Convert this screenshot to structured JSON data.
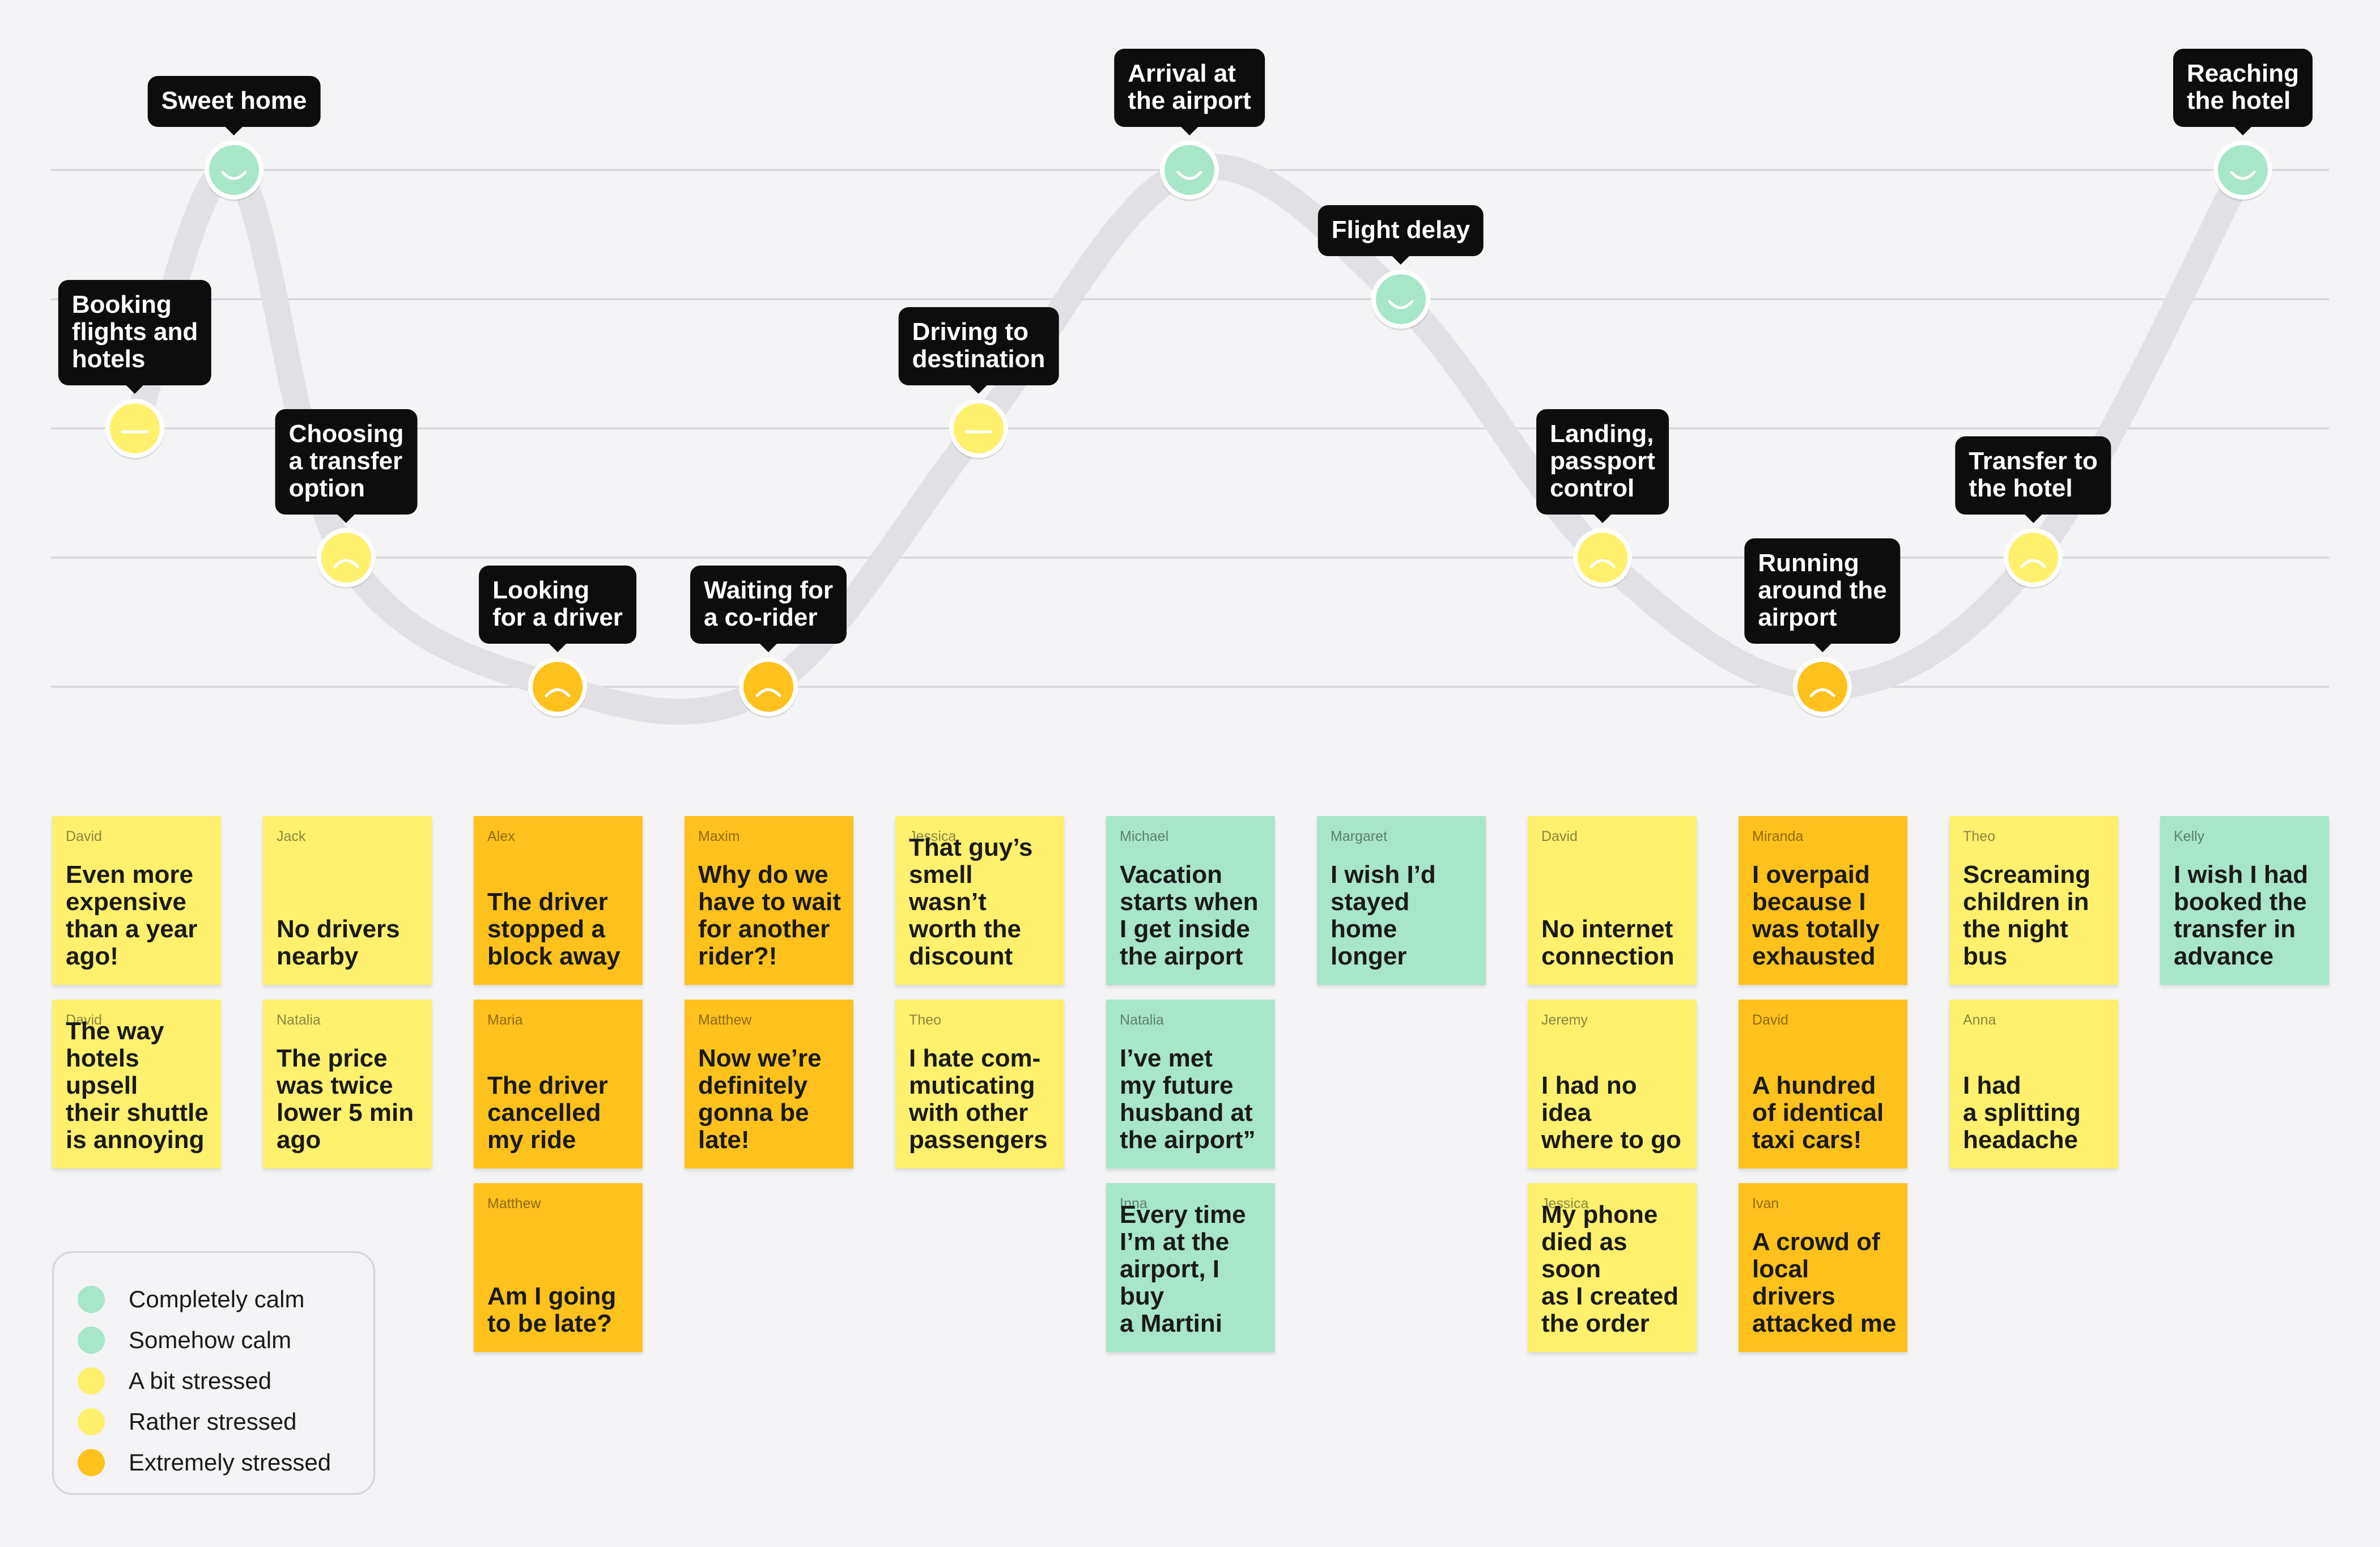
{
  "colors": {
    "calm": "#a7e6c9",
    "bit_stressed": "#fff06e",
    "extremely_stressed": "#ffc11c",
    "track": "#e1e1e5",
    "gridline": "#d4d4d8",
    "callout_bg": "#0d0d0d"
  },
  "levels": [
    {
      "label": "Completely calm",
      "color": "#a7e6c9"
    },
    {
      "label": "Somehow calm",
      "color": "#a7e6c9"
    },
    {
      "label": "A bit stressed",
      "color": "#fff06e"
    },
    {
      "label": "Rather stressed",
      "color": "#fff06e"
    },
    {
      "label": "Extremely stressed",
      "color": "#ffc11c"
    }
  ],
  "stages": [
    {
      "label": "Booking\nflights and\nhotels",
      "level": 2,
      "face": "neutral-face-icon"
    },
    {
      "label": "Sweet home",
      "level": 0,
      "face": "smile-face-icon"
    },
    {
      "label": "Choosing\na transfer\noption",
      "level": 3,
      "face": "frown-face-icon"
    },
    {
      "label": "Looking\nfor a driver",
      "level": 4,
      "face": "frown-face-icon"
    },
    {
      "label": "Waiting for\na co-rider",
      "level": 4,
      "face": "frown-face-icon"
    },
    {
      "label": "Driving to\ndestination",
      "level": 2,
      "face": "neutral-face-icon"
    },
    {
      "label": "Arrival at\nthe airport",
      "level": 0,
      "face": "smile-face-icon"
    },
    {
      "label": "Flight delay",
      "level": 1,
      "face": "smile-face-icon"
    },
    {
      "label": "Landing,\npassport\ncontrol",
      "level": 3,
      "face": "frown-face-icon"
    },
    {
      "label": "Running\naround the\nairport",
      "level": 4,
      "face": "frown-face-icon"
    },
    {
      "label": "Transfer to\nthe hotel",
      "level": 3,
      "face": "frown-face-icon"
    },
    {
      "label": "Reaching\nthe hotel",
      "level": 0,
      "face": "smile-face-icon"
    }
  ],
  "note_columns": [
    [
      {
        "author": "David",
        "text": "Even more\nexpensive\nthan a year\nago!",
        "color": "#fff06e"
      },
      {
        "author": "David",
        "text": "The way\nhotels upsell\ntheir shuttle\nis annoying",
        "color": "#fff06e"
      }
    ],
    [
      {
        "author": "Jack",
        "text": "No drivers\nnearby",
        "color": "#fff06e"
      },
      {
        "author": "Natalia",
        "text": "The price\nwas twice\nlower 5 min\nago",
        "color": "#fff06e"
      }
    ],
    [
      {
        "author": "Alex",
        "text": "The driver\nstopped a\nblock away",
        "color": "#ffc11c"
      },
      {
        "author": "Maria",
        "text": "The driver\ncancelled\nmy ride",
        "color": "#ffc11c"
      },
      {
        "author": "Matthew",
        "text": "Am I going\nto be late?",
        "color": "#ffc11c"
      }
    ],
    [
      {
        "author": "Maxim",
        "text": "Why do we\nhave to wait\nfor another\nrider?!",
        "color": "#ffc11c"
      },
      {
        "author": "Matthew",
        "text": "Now we’re\ndefinitely\ngonna be\nlate!",
        "color": "#ffc11c"
      }
    ],
    [
      {
        "author": "Jessica",
        "text": "That guy’s\nsmell wasn’t\nworth the\ndiscount",
        "color": "#fff06e"
      },
      {
        "author": "Theo",
        "text": "I hate com-\nmuticating\nwith other\npassengers",
        "color": "#fff06e"
      }
    ],
    [
      {
        "author": "Michael",
        "text": "Vacation\nstarts when\nI get inside\nthe airport",
        "color": "#a7e6c9"
      },
      {
        "author": "Natalia",
        "text": "I’ve met\nmy future\nhusband at\nthe airport”",
        "color": "#a7e6c9"
      },
      {
        "author": "Inna",
        "text": "Every time\nI’m at the\nairport, I buy\na Martini",
        "color": "#a7e6c9"
      }
    ],
    [
      {
        "author": "Margaret",
        "text": "I wish I’d\nstayed\nhome longer",
        "color": "#a7e6c9"
      }
    ],
    [
      {
        "author": "David",
        "text": "No internet\nconnection",
        "color": "#fff06e"
      },
      {
        "author": "Jeremy",
        "text": "I had no idea\nwhere to go",
        "color": "#fff06e"
      },
      {
        "author": "Jessica",
        "text": "My phone\ndied as soon\nas I created\nthe order",
        "color": "#fff06e"
      }
    ],
    [
      {
        "author": "Miranda",
        "text": "I overpaid\nbecause I\nwas totally\nexhausted",
        "color": "#ffc11c"
      },
      {
        "author": "David",
        "text": "A hundred\nof identical\ntaxi cars!",
        "color": "#ffc11c"
      },
      {
        "author": "Ivan",
        "text": "A crowd of\nlocal drivers\nattacked me",
        "color": "#ffc11c"
      }
    ],
    [
      {
        "author": "Theo",
        "text": "Screaming\nchildren in\nthe night\nbus",
        "color": "#fff06e"
      },
      {
        "author": "Anna",
        "text": "I had\na splitting\nheadache",
        "color": "#fff06e"
      }
    ],
    [
      {
        "author": "Kelly",
        "text": "I wish I had\nbooked the\ntransfer in\nadvance",
        "color": "#a7e6c9"
      }
    ]
  ]
}
